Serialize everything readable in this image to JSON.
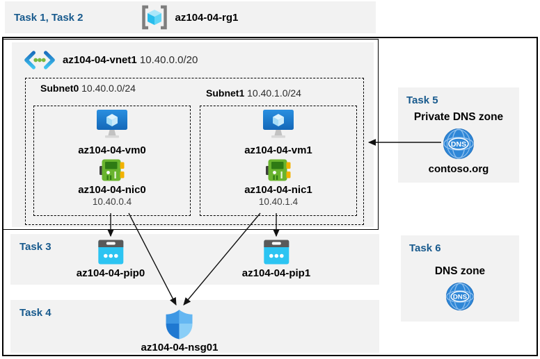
{
  "colors": {
    "task_label_blue": "#185A8D",
    "panel_gray": "#F2F2F2",
    "arrow_black": "#111111",
    "vm_blue": "#1E7FD4",
    "nic_green": "#69B42E",
    "pip_cyan": "#2CC4F2",
    "dns_blue": "#2F87D7",
    "nsg_blues": [
      "#3E97E3",
      "#65B7F2",
      "#1F78D1",
      "#8ACEF7"
    ]
  },
  "header_band": {
    "task_label": "Task 1, Task 2",
    "rg_name": "az104-04-rg1"
  },
  "vnet": {
    "name": "az104-04-vnet1",
    "cidr": "10.40.0.0/20",
    "subnets": [
      {
        "name": "Subnet0",
        "cidr": "10.40.0.0/24",
        "vm": "az104-04-vm0",
        "nic": "az104-04-nic0",
        "ip": "10.40.0.4"
      },
      {
        "name": "Subnet1",
        "cidr": "10.40.1.0/24",
        "vm": "az104-04-vm1",
        "nic": "az104-04-nic1",
        "ip": "10.40.1.4"
      }
    ]
  },
  "task3": {
    "label": "Task 3",
    "pips": [
      "az104-04-pip0",
      "az104-04-pip1"
    ]
  },
  "task4": {
    "label": "Task 4",
    "nsg": "az104-04-nsg01"
  },
  "task5": {
    "label": "Task 5",
    "title": "Private DNS zone",
    "zone_name": "contoso.org",
    "dns_icon_text": "DNS"
  },
  "task6": {
    "label": "Task 6",
    "title": "DNS zone",
    "dns_icon_text": "DNS"
  },
  "icons": {
    "resource_group": "resource-group-icon",
    "virtual_network": "vnet-icon",
    "virtual_machine": "vm-icon",
    "network_interface": "nic-icon",
    "public_ip": "public-ip-icon",
    "network_security_group": "nsg-shield-icon",
    "dns_zone": "dns-globe-icon"
  }
}
